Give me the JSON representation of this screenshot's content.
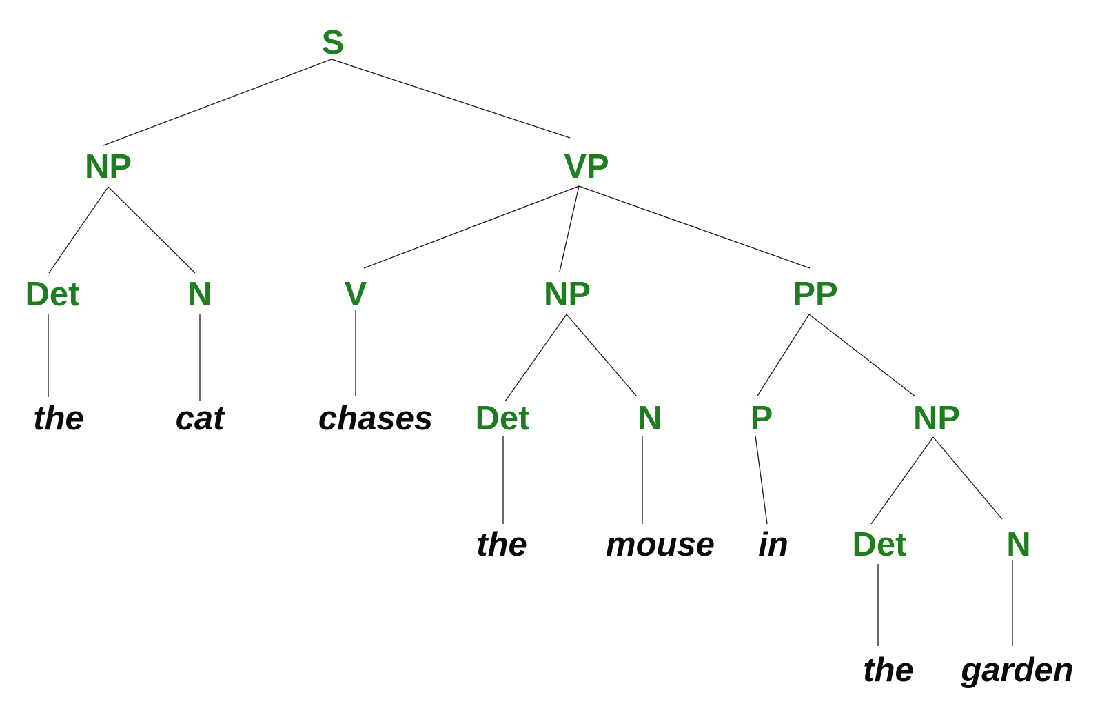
{
  "colors": {
    "category": "#1e7d1e",
    "word": "#0a0a0a",
    "edge": "#1a1a1a",
    "background": "#ffffff"
  },
  "nodes": [
    {
      "id": "s",
      "label": "S",
      "kind": "category"
    },
    {
      "id": "np1",
      "label": "NP",
      "kind": "category"
    },
    {
      "id": "vp",
      "label": "VP",
      "kind": "category"
    },
    {
      "id": "det1",
      "label": "Det",
      "kind": "category"
    },
    {
      "id": "n1",
      "label": "N",
      "kind": "category"
    },
    {
      "id": "v",
      "label": "V",
      "kind": "category"
    },
    {
      "id": "np2",
      "label": "NP",
      "kind": "category"
    },
    {
      "id": "pp",
      "label": "PP",
      "kind": "category"
    },
    {
      "id": "w-the1",
      "label": "the",
      "kind": "word"
    },
    {
      "id": "w-cat",
      "label": "cat",
      "kind": "word"
    },
    {
      "id": "w-chases",
      "label": "chases",
      "kind": "word"
    },
    {
      "id": "det2",
      "label": "Det",
      "kind": "category"
    },
    {
      "id": "n2",
      "label": "N",
      "kind": "category"
    },
    {
      "id": "p",
      "label": "P",
      "kind": "category"
    },
    {
      "id": "np3",
      "label": "NP",
      "kind": "category"
    },
    {
      "id": "w-the2",
      "label": "the",
      "kind": "word"
    },
    {
      "id": "w-mouse",
      "label": "mouse",
      "kind": "word"
    },
    {
      "id": "w-in",
      "label": "in",
      "kind": "word"
    },
    {
      "id": "det3",
      "label": "Det",
      "kind": "category"
    },
    {
      "id": "n3",
      "label": "N",
      "kind": "category"
    },
    {
      "id": "w-the3",
      "label": "the",
      "kind": "word"
    },
    {
      "id": "w-garden",
      "label": "garden",
      "kind": "word"
    }
  ],
  "edges": [
    [
      "s",
      "np1"
    ],
    [
      "s",
      "vp"
    ],
    [
      "np1",
      "det1"
    ],
    [
      "np1",
      "n1"
    ],
    [
      "vp",
      "v"
    ],
    [
      "vp",
      "np2"
    ],
    [
      "vp",
      "pp"
    ],
    [
      "det1",
      "w-the1"
    ],
    [
      "n1",
      "w-cat"
    ],
    [
      "v",
      "w-chases"
    ],
    [
      "np2",
      "det2"
    ],
    [
      "np2",
      "n2"
    ],
    [
      "pp",
      "p"
    ],
    [
      "pp",
      "np3"
    ],
    [
      "det2",
      "w-the2"
    ],
    [
      "n2",
      "w-mouse"
    ],
    [
      "p",
      "w-in"
    ],
    [
      "np3",
      "det3"
    ],
    [
      "np3",
      "n3"
    ],
    [
      "det3",
      "w-the3"
    ],
    [
      "n3",
      "w-garden"
    ]
  ]
}
